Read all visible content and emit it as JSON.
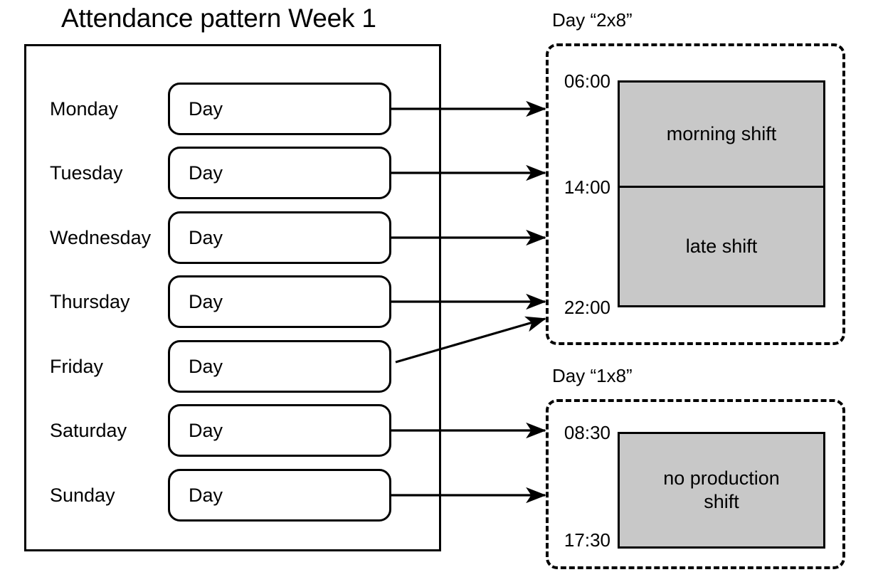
{
  "title": "Attendance pattern Week 1",
  "week_panel": {
    "days": [
      {
        "label": "Monday",
        "chip": "Day"
      },
      {
        "label": "Tuesday",
        "chip": "Day"
      },
      {
        "label": "Wednesday",
        "chip": "Day"
      },
      {
        "label": "Thursday",
        "chip": "Day"
      },
      {
        "label": "Friday",
        "chip": "Day"
      },
      {
        "label": "Saturday",
        "chip": "Day"
      },
      {
        "label": "Sunday",
        "chip": "Day"
      }
    ]
  },
  "shift_models": [
    {
      "id": "2x8",
      "title": "Day “2x8”",
      "start_time": "06:00",
      "mid_time": "14:00",
      "end_time": "22:00",
      "blocks": [
        {
          "label": "morning shift"
        },
        {
          "label": "late shift"
        }
      ]
    },
    {
      "id": "1x8",
      "title": "Day “1x8”",
      "start_time": "08:30",
      "end_time": "17:30",
      "blocks": [
        {
          "label": "no production\nshift"
        }
      ]
    }
  ],
  "colors": {
    "stroke": "#000000",
    "shift_fill": "#C8C8C8",
    "background": "#FFFFFF"
  },
  "connections": [
    {
      "from": "Monday",
      "to": "2x8"
    },
    {
      "from": "Tuesday",
      "to": "2x8"
    },
    {
      "from": "Wednesday",
      "to": "2x8"
    },
    {
      "from": "Thursday",
      "to": "2x8"
    },
    {
      "from": "Friday",
      "to": "2x8"
    },
    {
      "from": "Saturday",
      "to": "1x8"
    },
    {
      "from": "Sunday",
      "to": "1x8"
    }
  ]
}
